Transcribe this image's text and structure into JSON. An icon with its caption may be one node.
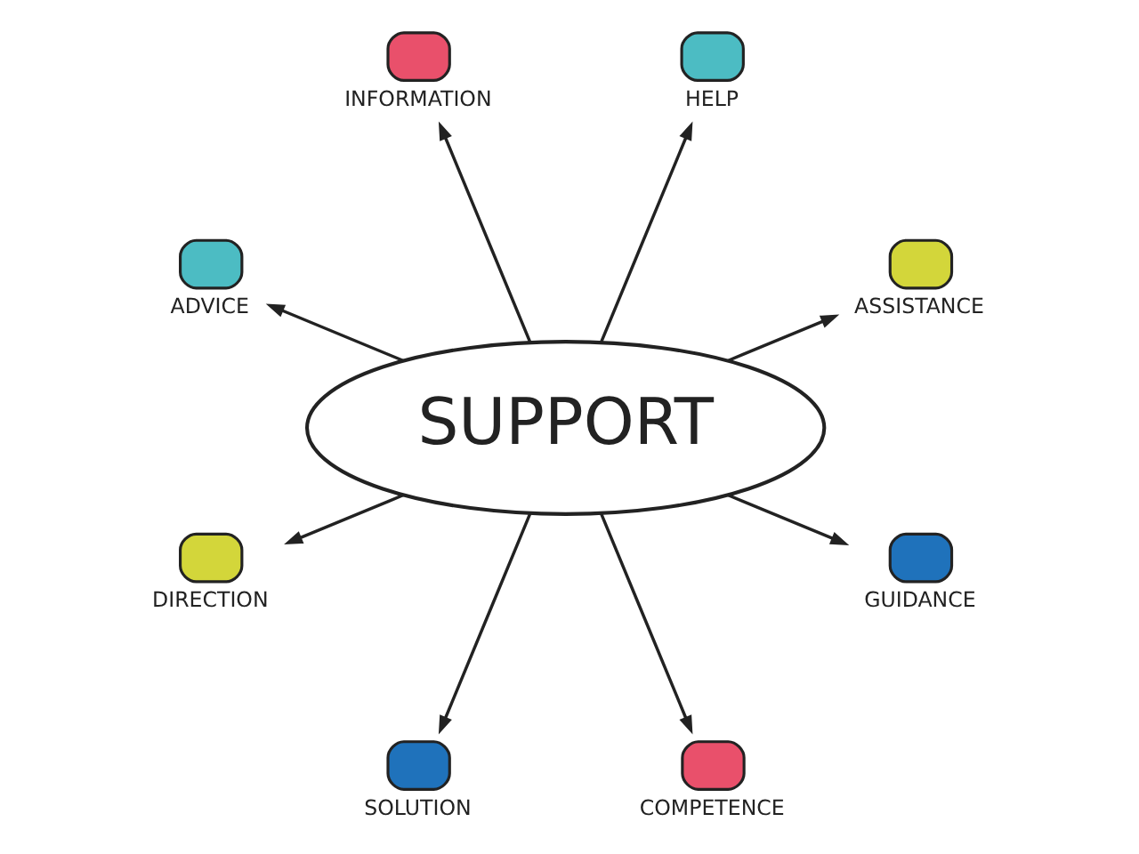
{
  "diagram": {
    "nodes": [
      {
        "text": [
          "SUPPORT"
        ]
      },
      {
        "text": [
          "ADVICE"
        ]
      },
      {
        "text": [
          "INFORMATION"
        ]
      },
      {
        "text": [
          "HELP"
        ]
      },
      {
        "text": [
          "ASSISTANCE"
        ]
      },
      {
        "text": [
          "GUIDANCE"
        ]
      },
      {
        "text": [
          "COMPETENCE"
        ]
      },
      {
        "text": [
          "SOLUTION"
        ]
      },
      {
        "text": [
          "DIRECTION"
        ]
      }
    ],
    "edges": [
      {
        "from": 0,
        "to": 1,
        "arrow": "to"
      },
      {
        "from": 0,
        "to": 2,
        "arrow": "to"
      },
      {
        "from": 0,
        "to": 3,
        "arrow": "to"
      },
      {
        "from": 0,
        "to": 4,
        "arrow": "to"
      },
      {
        "from": 0,
        "to": 5,
        "arrow": "to"
      },
      {
        "from": 0,
        "to": 6,
        "arrow": "to"
      },
      {
        "from": 0,
        "to": 7,
        "arrow": "to"
      },
      {
        "from": 0,
        "to": 8,
        "arrow": "to"
      }
    ]
  }
}
